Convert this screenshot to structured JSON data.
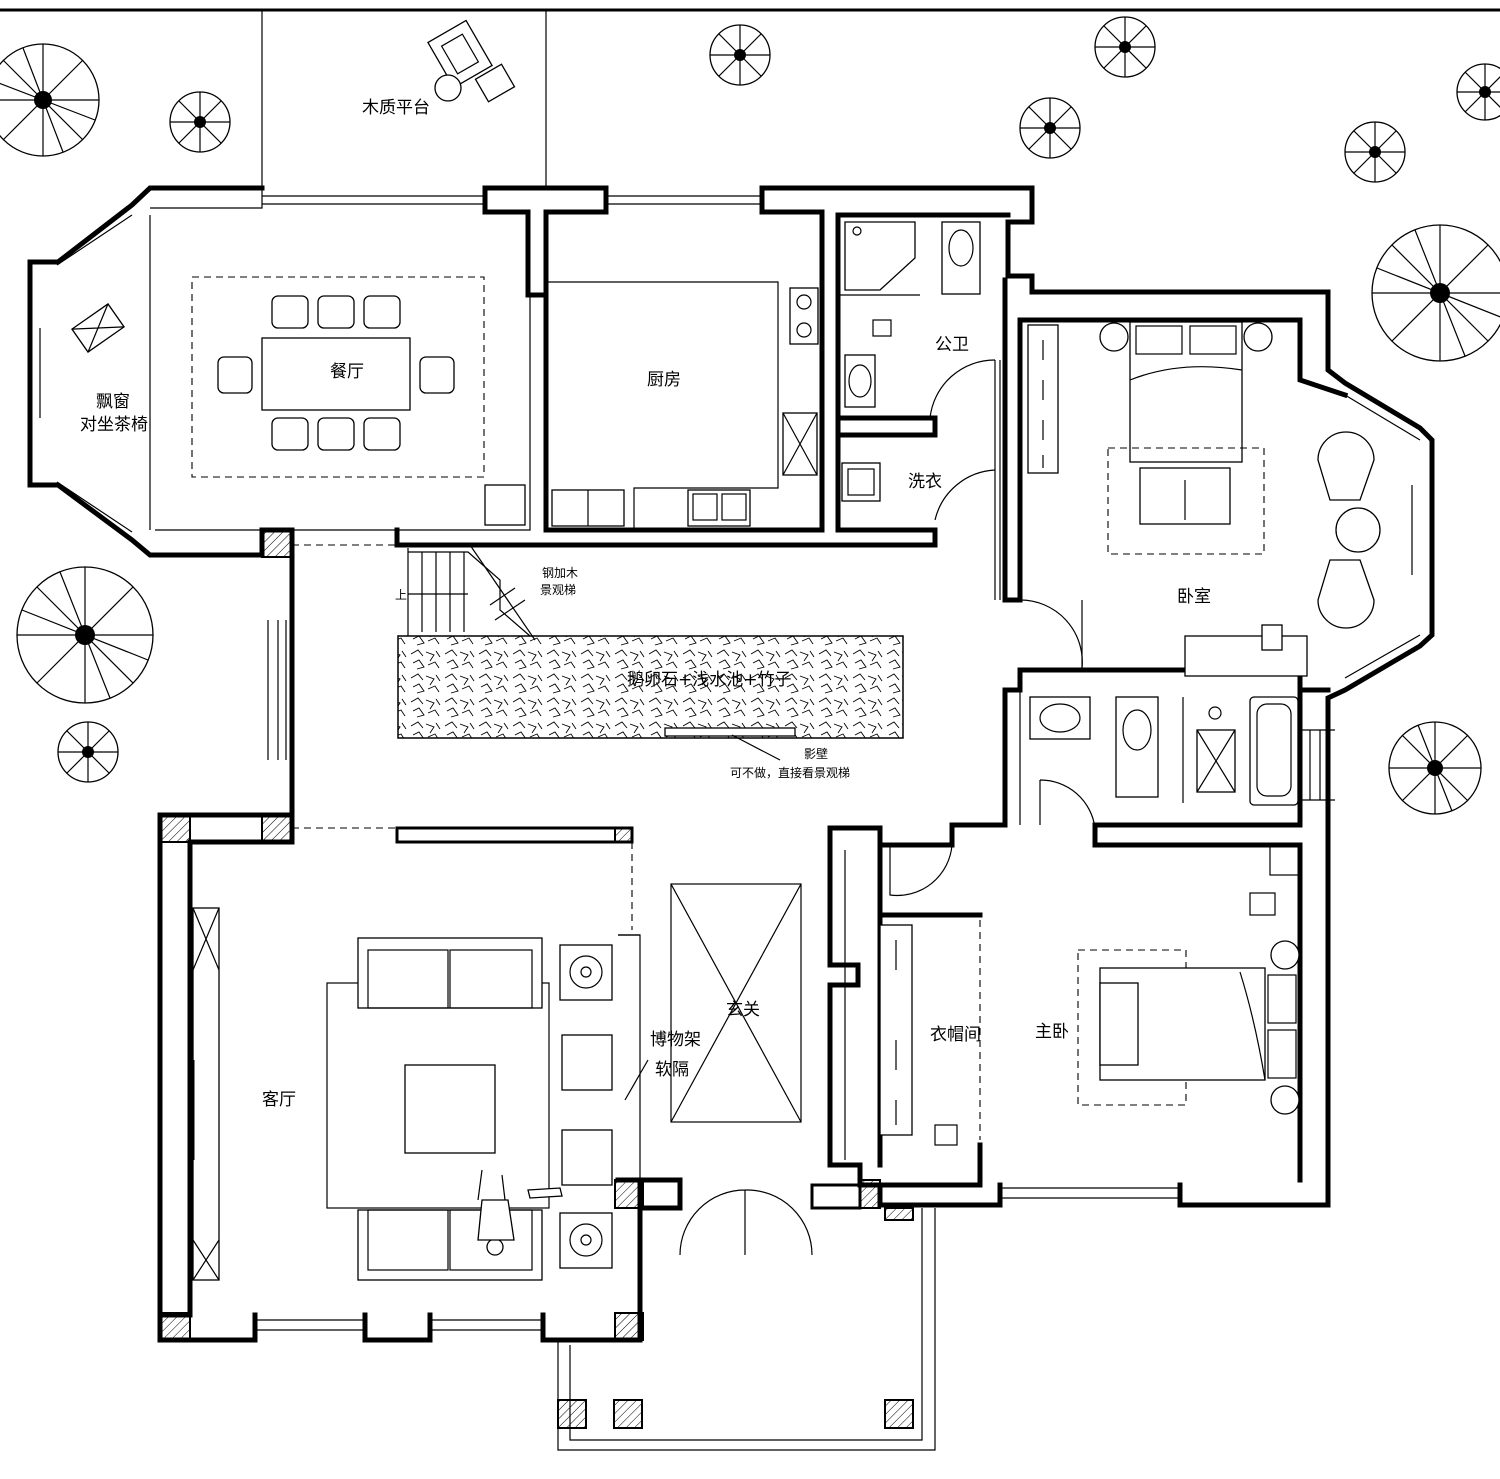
{
  "rooms": {
    "deck": "木质平台",
    "bay_window_line1": "飘窗",
    "bay_window_line2": "对坐茶椅",
    "dining": "餐厅",
    "kitchen": "厨房",
    "public_bath": "公卫",
    "laundry": "洗衣",
    "bedroom": "卧室",
    "living": "客厅",
    "foyer": "玄关",
    "closet": "衣帽间",
    "master": "主卧"
  },
  "annotations": {
    "stair_note_line1": "钢加木",
    "stair_note_line2": "景观梯",
    "stair_up": "上",
    "water_feature": "鹅卵石+浅水池+竹子",
    "screen_wall_line1": "影壁",
    "screen_wall_line2": "可不做，直接看景观梯",
    "shelf_line1": "博物架",
    "shelf_line2": "软隔"
  }
}
